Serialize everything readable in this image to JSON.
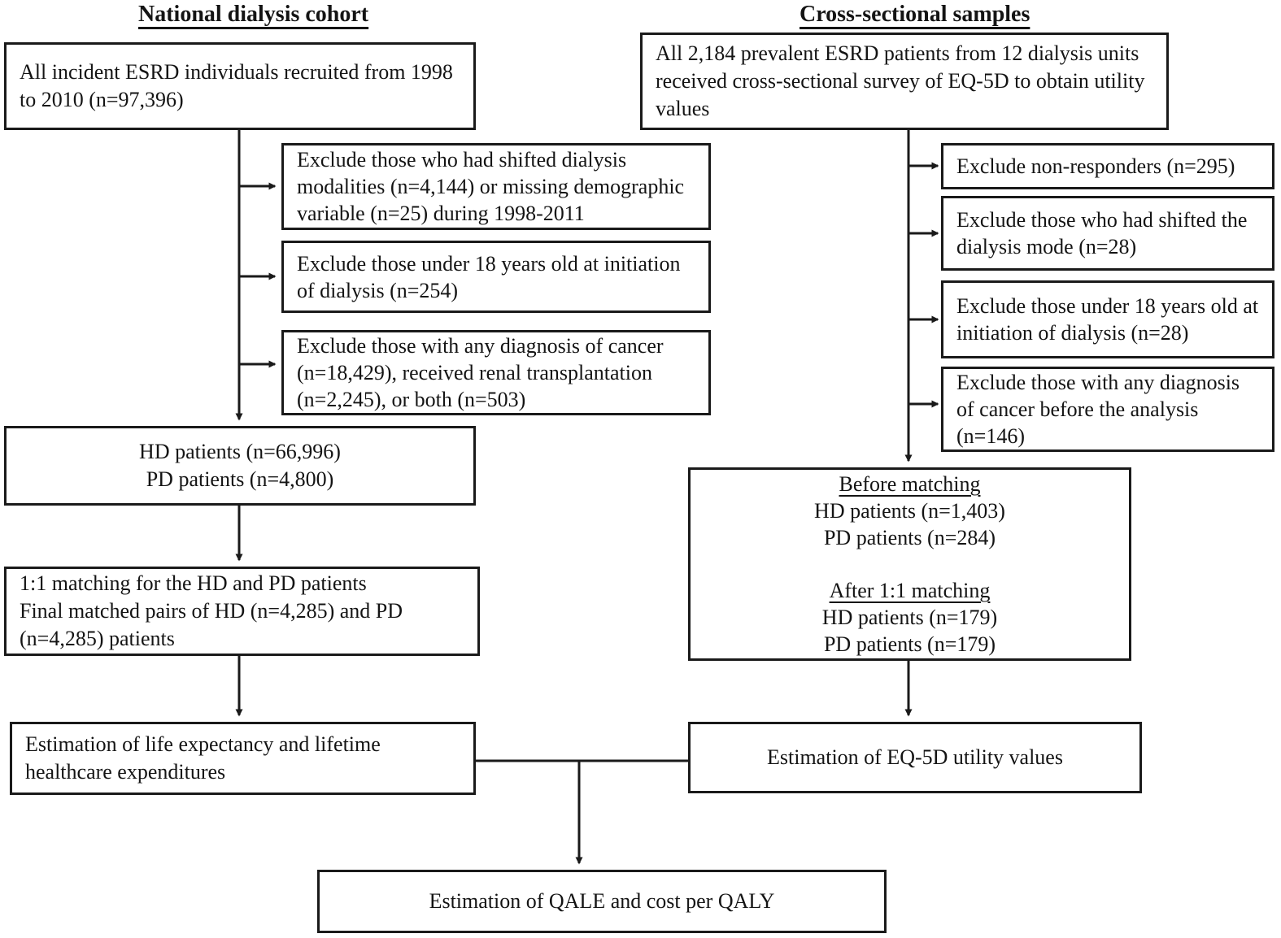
{
  "diagram": {
    "left": {
      "header": "National dialysis cohort",
      "recruited_box": "All incident ESRD individuals recruited from 1998 to 2010 (n=97,396)",
      "exclusions": [
        "Exclude those who had shifted dialysis modalities (n=4,144) or missing demographic variable (n=25) during 1998-2011",
        "Exclude those under 18 years old at initiation of dialysis (n=254)",
        "Exclude those with any diagnosis of cancer (n=18,429), received renal transplantation (n=2,245), or both (n=503)"
      ],
      "patients_box": {
        "hd": "HD patients (n=66,996)",
        "pd": "PD patients (n=4,800)"
      },
      "matching_box": {
        "line1": "1:1 matching for the HD and PD patients",
        "line2": "Final matched pairs of HD (n=4,285) and PD (n=4,285) patients"
      },
      "estimation_box": "Estimation of life expectancy and lifetime healthcare expenditures"
    },
    "right": {
      "header": "Cross-sectional samples",
      "survey_box": "All 2,184 prevalent ESRD patients from 12 dialysis units received cross-sectional survey of EQ-5D to obtain utility values",
      "exclusions": [
        "Exclude non-responders (n=295)",
        "Exclude those who had shifted the dialysis mode (n=28)",
        "Exclude those under 18 years old at initiation of dialysis (n=28)",
        "Exclude those with any diagnosis of cancer before the analysis (n=146)"
      ],
      "matching_box": {
        "before_heading": "Before matching",
        "before_hd": "HD patients (n=1,403)",
        "before_pd": "PD patients (n=284)",
        "after_heading": "After 1:1 matching",
        "after_hd": "HD patients (n=179)",
        "after_pd": "PD patients (n=179)"
      },
      "estimation_box": "Estimation of EQ-5D utility values"
    },
    "final_box": "Estimation of QALE and cost per QALY",
    "colors": {
      "line": "#1a1a1a",
      "background": "#ffffff"
    }
  }
}
